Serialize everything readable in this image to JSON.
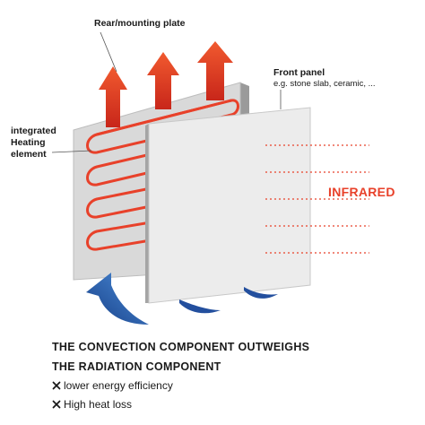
{
  "labels": {
    "rear_plate": "Rear/mounting plate",
    "front_panel_title": "Front panel",
    "front_panel_example": "e.g. stone slab, ceramic, ...",
    "heating_element": "integrated Heating element",
    "infrared": "INFRARED"
  },
  "headline": {
    "line1": "THE CONVECTION COMPONENT OUTWEIGHS",
    "line2": "THE RADIATION COMPONENT"
  },
  "points": [
    {
      "icon": "x-icon",
      "text": "lower energy efficiency"
    },
    {
      "icon": "x-icon",
      "text": "High heat loss"
    }
  ],
  "colors": {
    "heat_arrow": "#e8412a",
    "heat_arrow_dark": "#c32a17",
    "air_arrow": "#1f4fa0",
    "air_arrow_light": "#3c7fd0",
    "element_coil": "#e8412a",
    "plate": "#d9d9d9",
    "panel": "#ececec",
    "infrared_text": "#e8412a",
    "ir_dots": "#e8412a"
  }
}
